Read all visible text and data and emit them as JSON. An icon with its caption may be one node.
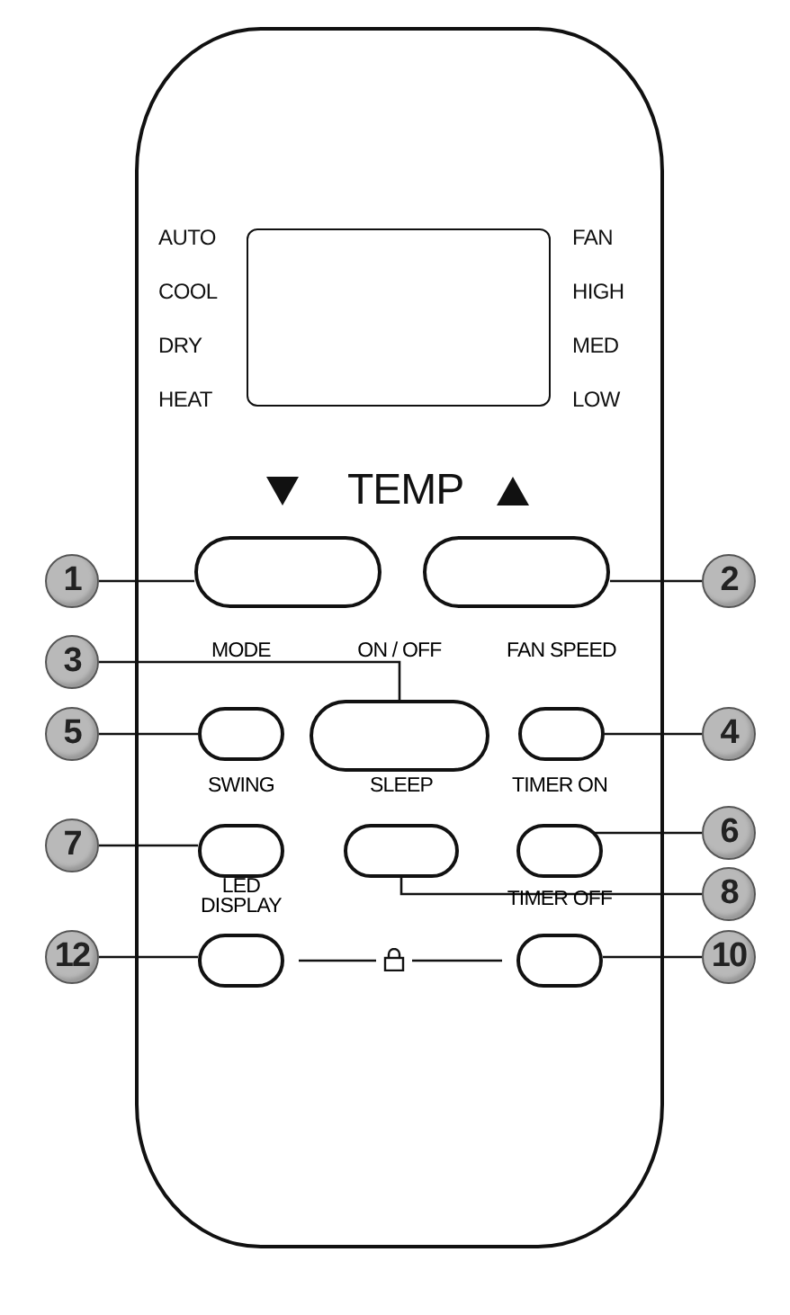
{
  "diagram": {
    "nodes": [
      {
        "text": [],
        "shape": "box"
      },
      {
        "text": [],
        "shape": "box",
        "in": 0
      },
      {
        "text": [],
        "shape": "box",
        "in": 0
      },
      {
        "text": [
          "1"
        ]
      },
      {
        "text": [
          "2"
        ]
      },
      {
        "text": [
          "3"
        ]
      },
      {
        "text": [
          "MODE"
        ],
        "in": 0
      },
      {
        "text": [
          "ON / OFF"
        ],
        "in": 0
      },
      {
        "text": [
          "FAN SPEED"
        ],
        "in": 0
      },
      {
        "text": [
          "5"
        ]
      },
      {
        "text": [
          "4"
        ]
      },
      {
        "text": [
          "SWING"
        ],
        "in": 0
      },
      {
        "text": [
          "SLEEP"
        ],
        "in": 0
      },
      {
        "text": [
          "TIMER ON"
        ],
        "in": 0
      },
      {
        "text": [
          "7"
        ]
      },
      {
        "text": [
          "6"
        ]
      },
      {
        "text": [
          "8"
        ]
      },
      {
        "text": [
          "LED DISPLAY"
        ],
        "in": 0
      },
      {
        "text": [
          "TIMER OFF"
        ],
        "in": 0
      },
      {
        "text": [
          "12"
        ]
      },
      {
        "text": [
          "10"
        ]
      },
      {
        "text": [],
        "shape": "box",
        "in": 0
      },
      {
        "text": [],
        "shape": "lock",
        "in": 0
      }
    ],
    "edges": [
      {
        "from": 3,
        "to": 1,
        "arrow": "none"
      },
      {
        "from": 4,
        "to": 2,
        "arrow": "none"
      },
      {
        "from": 5,
        "to": 7,
        "arrow": "none"
      },
      {
        "from": 9,
        "to": 6,
        "arrow": "none"
      },
      {
        "from": 10,
        "to": 8,
        "arrow": "none"
      },
      {
        "from": 14,
        "to": 11,
        "arrow": "none"
      },
      {
        "from": 15,
        "to": 13,
        "arrow": "none"
      },
      {
        "from": 16,
        "to": 12,
        "arrow": "none"
      },
      {
        "from": 19,
        "to": 17,
        "arrow": "none"
      },
      {
        "from": 20,
        "to": 18,
        "arrow": "none"
      },
      {
        "from": 17,
        "to": 22,
        "arrow": "none"
      },
      {
        "from": 22,
        "to": 18,
        "arrow": "none"
      }
    ],
    "labels": [
      "AUTO",
      "FAN",
      "COOL",
      "HIGH",
      "DRY",
      "MED",
      "HEAT",
      "LOW",
      "TEMP"
    ]
  }
}
